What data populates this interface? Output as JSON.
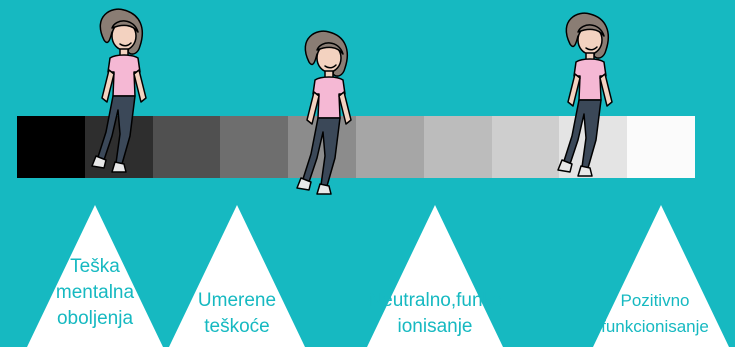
{
  "scale": {
    "segments": 10,
    "colors": [
      "#000000",
      "#2e2e2e",
      "#505050",
      "#6e6e6e",
      "#8c8c8c",
      "#a6a6a6",
      "#bcbcbc",
      "#cecece",
      "#e4e4e4",
      "#fbfbfb"
    ]
  },
  "figures": [
    {
      "name": "walking-girl-1"
    },
    {
      "name": "walking-girl-2"
    },
    {
      "name": "walking-girl-3"
    }
  ],
  "labels": {
    "severe": "Teška\nmentalna\noboljenja",
    "moderate": "Umerene\nteškoće",
    "neutral": "Neutralno,funkc\nionisanje",
    "positive": "Pozitivno\nfunkcionisanje"
  },
  "colors": {
    "background": "#16b9c1",
    "triangle": "#ffffff",
    "label_text": "#16b9c1"
  }
}
